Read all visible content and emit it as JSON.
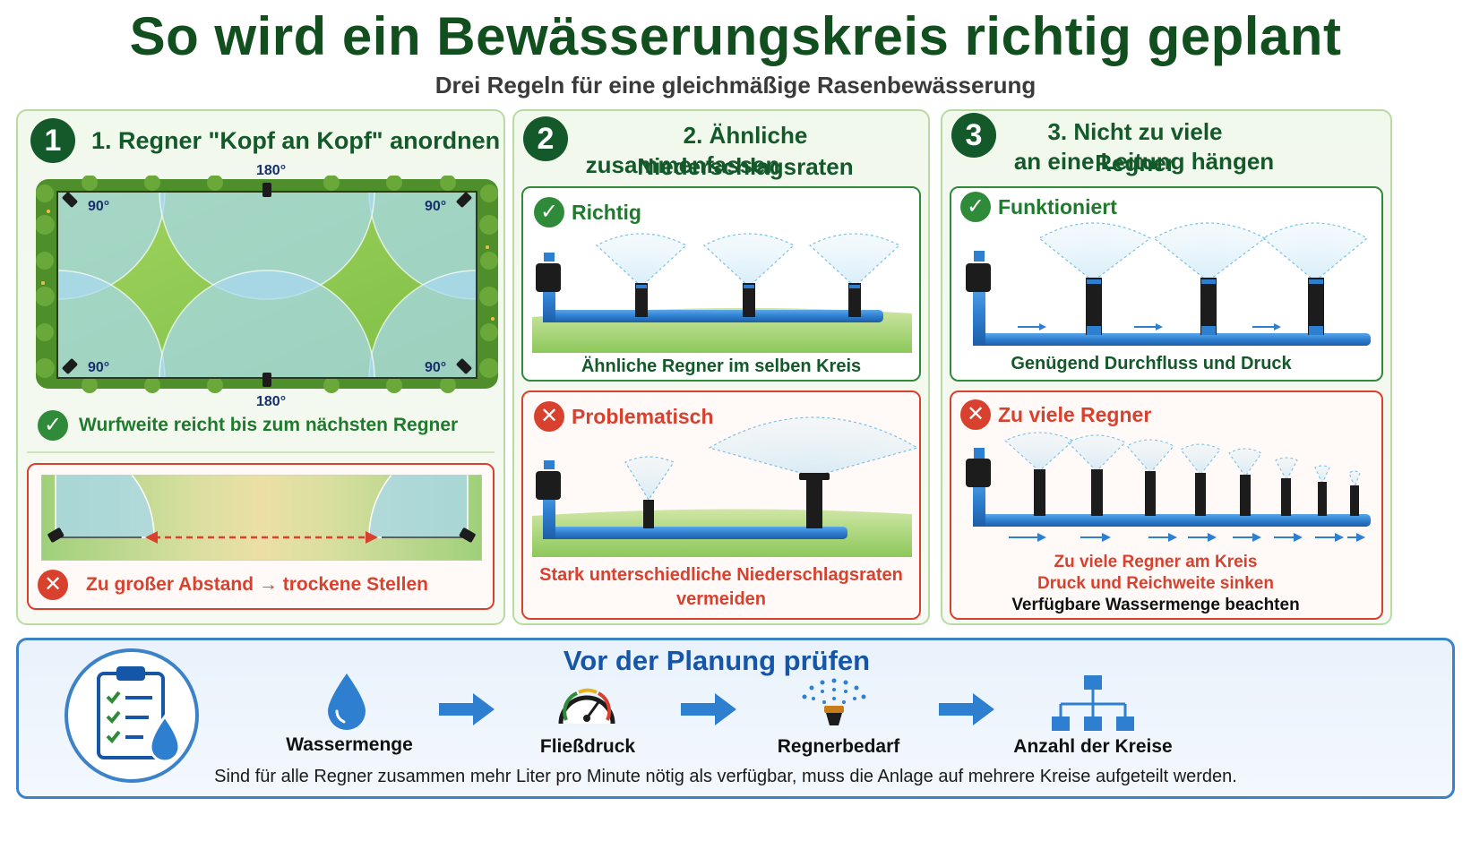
{
  "header": {
    "title": "So wird ein Bewässerungskreis richtig geplant",
    "subtitle": "Drei Regeln für eine gleichmäßige Rasenbewässerung"
  },
  "panel1": {
    "number": "1",
    "heading": "1. Regner \"Kopf an Kopf\" anordnen",
    "angles": {
      "corner_tl": "90°",
      "corner_tr": "90°",
      "corner_bl": "90°",
      "corner_br": "90°",
      "top_mid": "180°",
      "bottom_mid": "180°"
    },
    "ok_text": "Wurfweite reicht bis zum nächsten Regner",
    "bad_text": "Zu großer Abstand → trockene Stellen"
  },
  "panel2": {
    "number": "2",
    "heading_line1": "2. Ähnliche Niederschlagsraten",
    "heading_line2": "zusammenfassen",
    "ok_label": "Richtig",
    "ok_caption": "Ähnliche Regner im selben Kreis",
    "bad_label": "Problematisch",
    "bad_caption_line1": "Stark unterschiedliche Niederschlagsraten",
    "bad_caption_line2": "vermeiden"
  },
  "panel3": {
    "number": "3",
    "heading_line1": "3. Nicht zu viele Regner",
    "heading_line2": "an eine Leitung hängen",
    "ok_label": "Funktioniert",
    "ok_caption": "Genügend Durchfluss und Druck",
    "bad_label": "Zu viele Regner",
    "bad_caption_line1": "Zu viele Regner am Kreis",
    "bad_caption_line2": "Druck und Reichweite sinken",
    "bad_caption_line3": "Verfügbare Wassermenge beachten"
  },
  "bottom": {
    "title": "Vor der Planung prüfen",
    "steps": [
      {
        "label": "Wassermenge",
        "icon": "water-drop-icon"
      },
      {
        "label": "Fließdruck",
        "icon": "pressure-gauge-icon"
      },
      {
        "label": "Regnerbedarf",
        "icon": "sprinkler-icon"
      },
      {
        "label": "Anzahl der Kreise",
        "icon": "hierarchy-icon"
      }
    ],
    "note": "Sind für alle Regner zusammen mehr Liter pro Minute nötig als verfügbar, muss die Anlage auf mehrere Kreise aufgeteilt werden."
  },
  "colors": {
    "title_green": "#124f1f",
    "ok_green": "#2f8a3a",
    "bad_red": "#d9412f",
    "pipe_blue": "#2f7fd0",
    "bottom_blue": "#1656a8"
  }
}
